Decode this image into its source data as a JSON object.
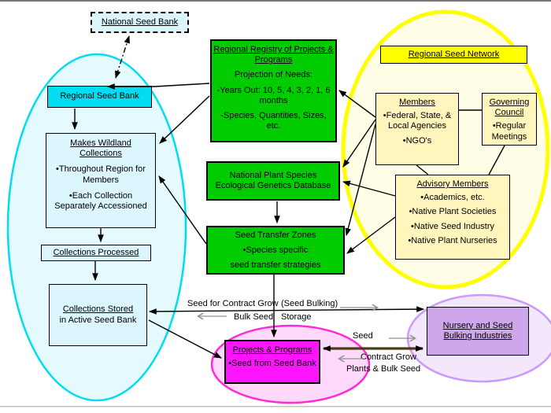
{
  "diagram_title": "Regional seed network flow diagram",
  "colors": {
    "green_box": "#00cc00",
    "bright_cyan_box": "#00ddf2",
    "pale_cyan_box": "#dbf6fd",
    "bright_yellow_box": "#ffff00",
    "pale_yellow_box": "#fff5bd",
    "magenta_box": "#ff14ff",
    "purple_box": "#cda6ec",
    "cyan_ellipse_stroke": "#00dcf0",
    "yellow_ellipse_stroke": "#ffff00",
    "pink_ellipse_stroke": "#ff2bd6",
    "purple_ellipse_stroke": "#cc99ff",
    "thick_line": "#4f3a17"
  },
  "nodes": {
    "national_seed_bank": {
      "title": "National Seed Bank"
    },
    "regional_seed_bank": {
      "title": "Regional Seed Bank"
    },
    "makes_wildland": {
      "title": "Makes Wildland Collections",
      "bullets": [
        "•Throughout Region for Members",
        "•Each Collection Separately Accessioned"
      ]
    },
    "collections_processed": {
      "title": "Collections Processed"
    },
    "collections_stored": {
      "title": "Collections Stored",
      "subtitle": "in Active Seed Bank"
    },
    "registry": {
      "title": "Regional Registry of Projects & Programs",
      "lines": [
        "Projection of Needs:",
        "-Years Out: 10, 5, 4, 3, 2, 1, 6 months",
        "-Species, Quantities, Sizes, etc."
      ]
    },
    "database": {
      "title": "National Plant Species Ecological Genetics Database"
    },
    "seed_transfer_zones": {
      "title": "Seed Transfer Zones",
      "lines": [
        "•Species specific",
        "seed transfer strategies"
      ]
    },
    "regional_seed_network": {
      "title": "Regional Seed Network"
    },
    "members": {
      "title": "Members",
      "bullets": [
        "•Federal, State, & Local Agencies",
        "•NGO's"
      ]
    },
    "governing_council": {
      "title": "Governing Council",
      "bullets": [
        "•Regular Meetings"
      ]
    },
    "advisory_members": {
      "title": "Advisory Members",
      "bullets": [
        "•Academics, etc.",
        "•Native Plant Societies",
        "•Native Seed Industry",
        "•Native Plant Nurseries"
      ]
    },
    "nursery": {
      "title": "Nursery and Seed Bulking Industries"
    },
    "projects_programs": {
      "title": "Projects & Programs",
      "bullets": [
        "•Seed from Seed Bank"
      ]
    }
  },
  "edge_labels": {
    "seed_for_contract_grow": "Seed for Contract Grow",
    "seed_bulking": "(Seed Bulking)",
    "bulk_seed": "Bulk Seed",
    "storage": "Storage",
    "seed": "Seed",
    "contract_grow": "Contract Grow",
    "plants_bulk_seed": "Plants & Bulk Seed"
  }
}
